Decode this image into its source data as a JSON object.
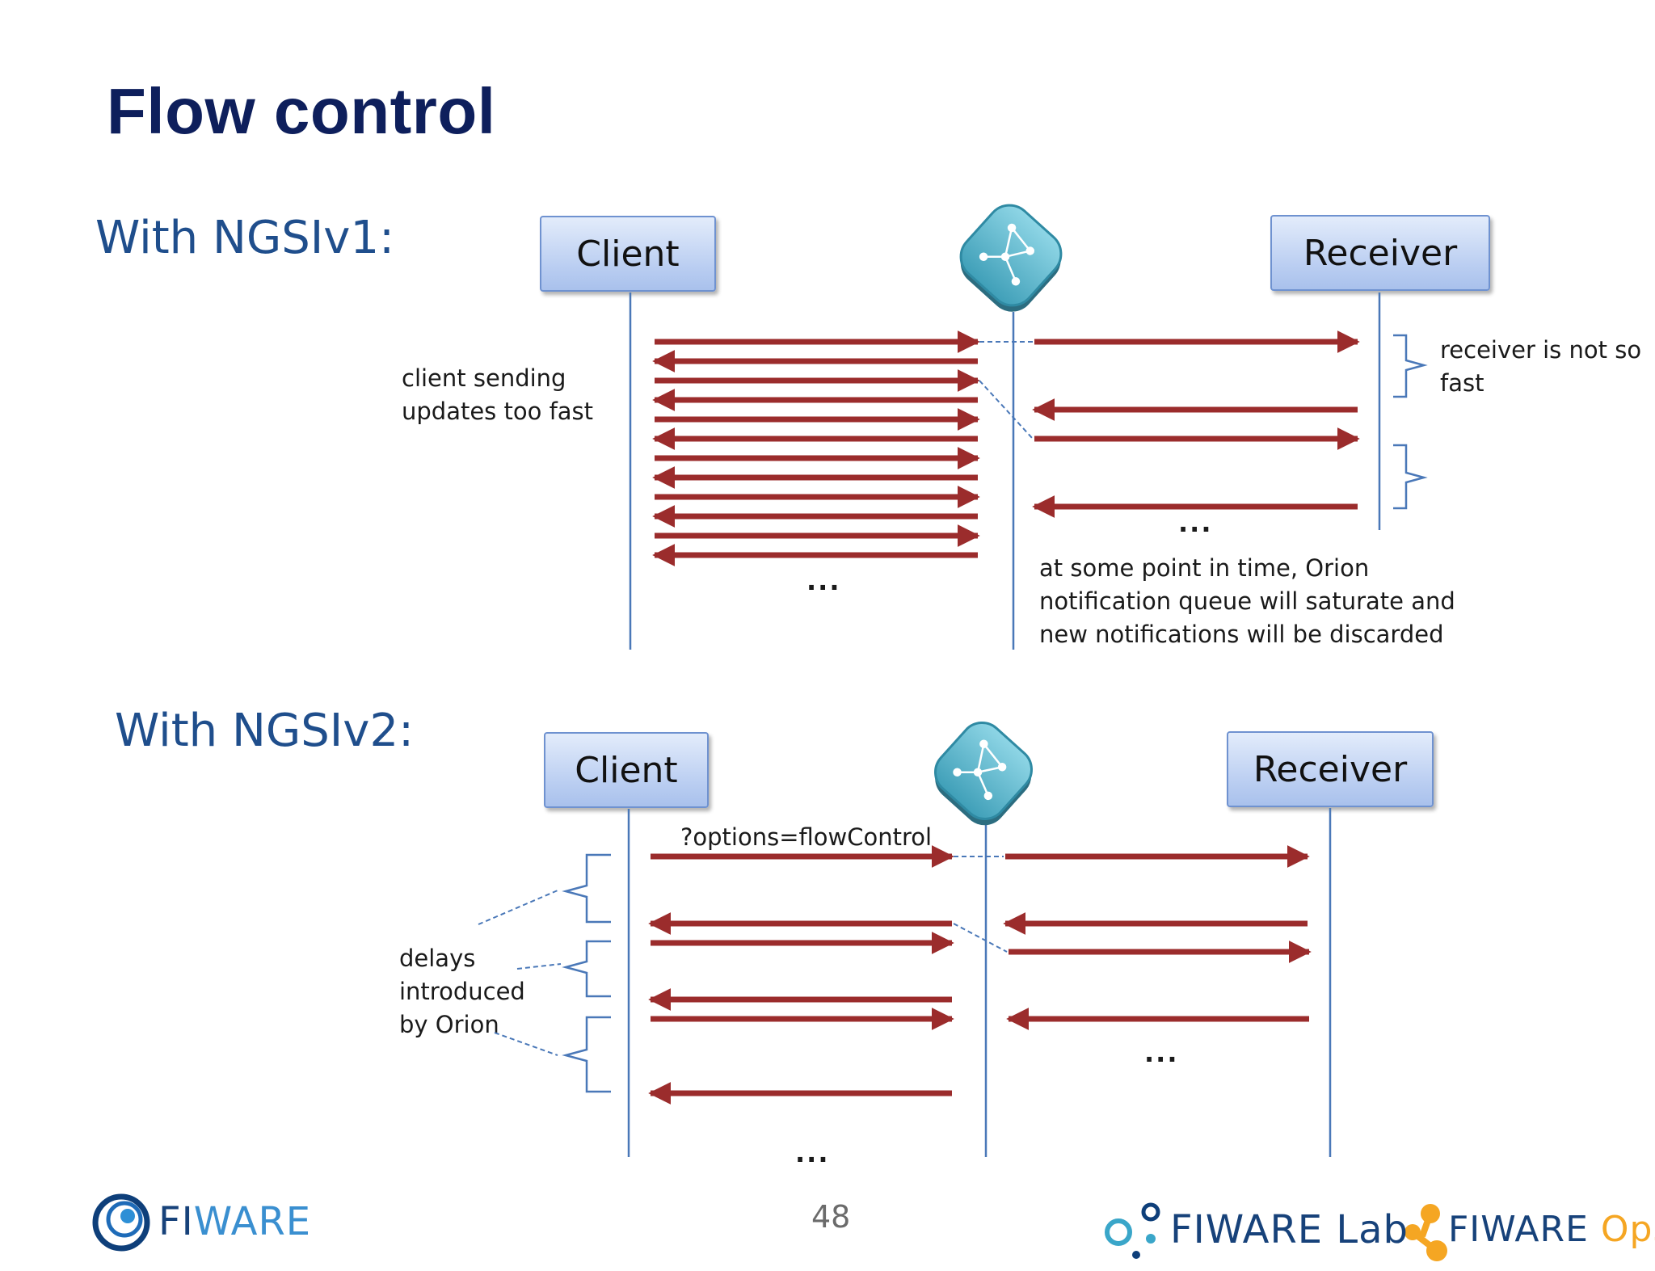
{
  "slide": {
    "title": "Flow control",
    "page_number": "48"
  },
  "ngsiv1": {
    "heading": "With NGSIv1:",
    "client_label": "Client",
    "receiver_label": "Receiver",
    "client_note": [
      "client sending",
      "updates too fast"
    ],
    "receiver_note": [
      "receiver is not so",
      "fast"
    ],
    "orion_note": [
      "at some point in time, Orion",
      "notification queue will saturate and",
      "new notifications will be discarded"
    ],
    "ellipsis": "..."
  },
  "ngsiv2": {
    "heading": "With NGSIv2:",
    "client_label": "Client",
    "receiver_label": "Receiver",
    "option_label": "?options=flowControl",
    "delay_note": [
      "delays",
      "introduced",
      "by Orion"
    ],
    "ellipsis": "..."
  },
  "footer": {
    "fiware_logo": {
      "prefix": "FI",
      "suffix": "WARE"
    },
    "fiware_lab_logo": {
      "prefix": "FI",
      "suffix": "WARE Lab"
    },
    "fiware_ops_logo": {
      "prefix": "FI",
      "middle": "WARE",
      "suffix": "Ops"
    }
  },
  "icons": [
    "orion-broker-icon",
    "fiware-logo-icon",
    "fiware-lab-logo-icon",
    "fiware-ops-logo-icon"
  ],
  "colors": {
    "title": "#0e1f5c",
    "heading": "#1f4e8c",
    "arrow": "#9b2c2c",
    "lifeline": "#4a78b8",
    "box_fill": "#b9cdf1",
    "orion_icon": "#5bb8cf",
    "fiware_accent": "#f5a623"
  }
}
